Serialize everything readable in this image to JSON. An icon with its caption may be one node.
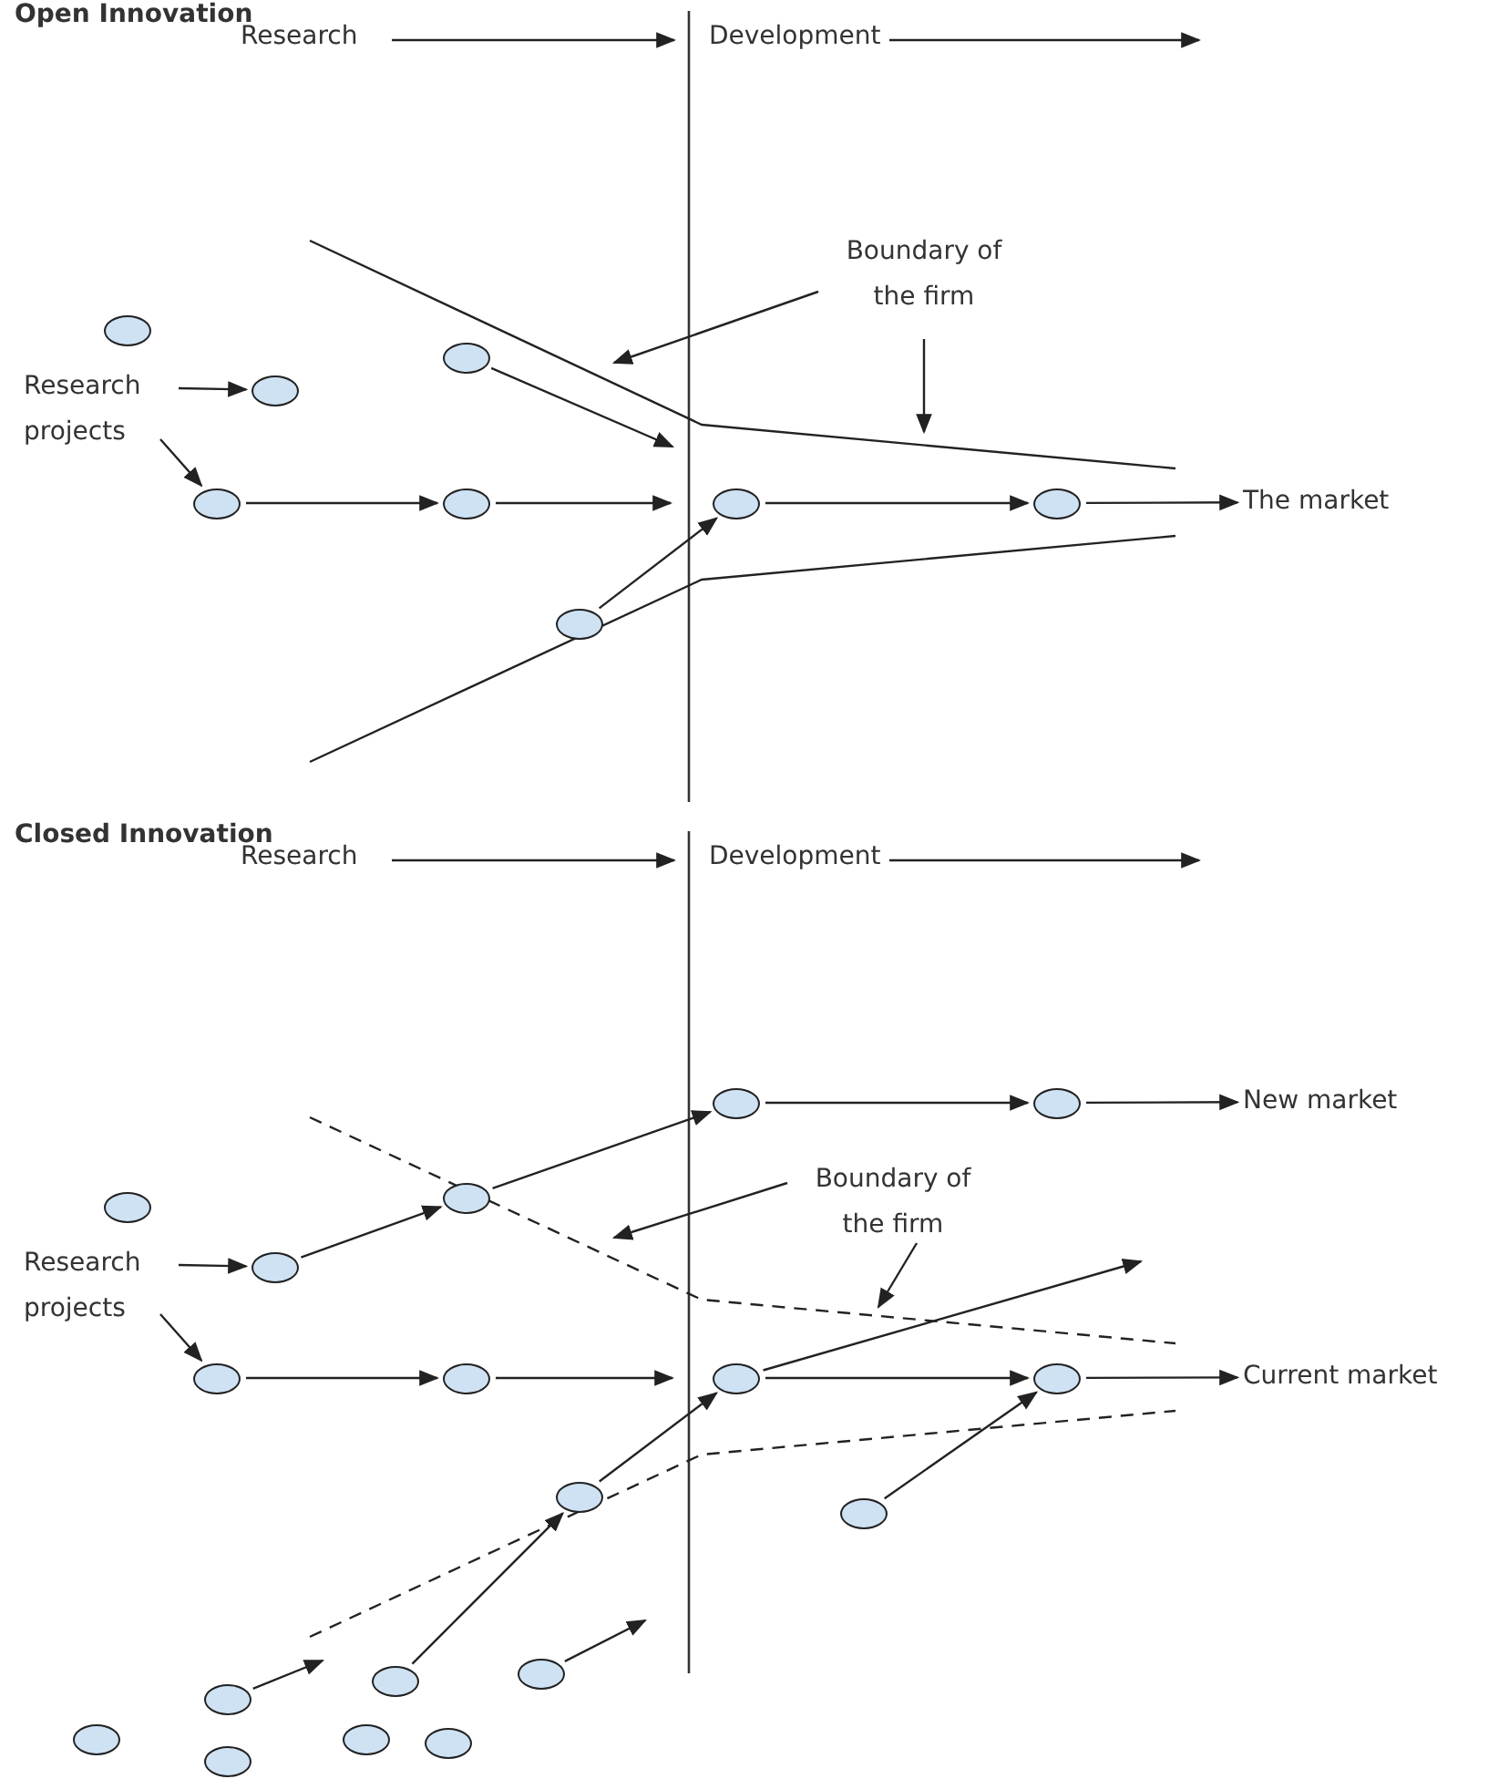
{
  "diagram": {
    "nodes": [
      {
        "text": [
          "Research projects"
        ]
      },
      {
        "text": [],
        "shape": "ellipse"
      },
      {
        "text": [],
        "shape": "ellipse"
      },
      {
        "text": [],
        "shape": "ellipse"
      },
      {
        "text": [],
        "shape": "ellipse"
      },
      {
        "text": [],
        "shape": "ellipse"
      },
      {
        "text": [],
        "shape": "ellipse"
      },
      {
        "text": [],
        "shape": "ellipse"
      },
      {
        "text": [],
        "shape": "ellipse"
      },
      {
        "text": [
          "The market"
        ]
      },
      {
        "text": [
          "Boundary of the firm"
        ]
      },
      {
        "text": [
          "Research projects"
        ]
      },
      {
        "text": [],
        "shape": "ellipse"
      },
      {
        "text": [],
        "shape": "ellipse"
      },
      {
        "text": [],
        "shape": "ellipse"
      },
      {
        "text": [],
        "shape": "ellipse"
      },
      {
        "text": [],
        "shape": "ellipse"
      },
      {
        "text": [
          "New market"
        ]
      },
      {
        "text": [],
        "shape": "ellipse"
      },
      {
        "text": [],
        "shape": "ellipse"
      },
      {
        "text": [],
        "shape": "ellipse"
      },
      {
        "text": [],
        "shape": "ellipse"
      },
      {
        "text": [
          "Current market"
        ]
      },
      {
        "text": [],
        "shape": "ellipse"
      },
      {
        "text": [],
        "shape": "ellipse"
      },
      {
        "text": [
          "Boundary of the firm"
        ]
      },
      {
        "text": [],
        "shape": "ellipse"
      },
      {
        "text": [],
        "shape": "ellipse"
      },
      {
        "text": [],
        "shape": "ellipse"
      },
      {
        "text": [],
        "shape": "ellipse"
      },
      {
        "text": [],
        "shape": "ellipse"
      },
      {
        "text": [],
        "shape": "ellipse"
      },
      {
        "text": [],
        "shape": "ellipse"
      }
    ],
    "edges": [
      {
        "from": 0,
        "to": 2,
        "arrow": "to"
      },
      {
        "from": 0,
        "to": 4,
        "arrow": "to"
      },
      {
        "from": 3,
        "to": null,
        "arrow": "to"
      },
      {
        "from": 4,
        "to": 5,
        "arrow": "to"
      },
      {
        "from": 5,
        "to": 6,
        "arrow": "to"
      },
      {
        "from": 6,
        "to": 7,
        "arrow": "to"
      },
      {
        "from": 7,
        "to": 9,
        "arrow": "to"
      },
      {
        "from": 8,
        "to": 6,
        "arrow": "to"
      },
      {
        "from": 10,
        "to": null,
        "arrow": "to"
      },
      {
        "from": 10,
        "to": null,
        "arrow": "to"
      },
      {
        "from": 11,
        "to": 13,
        "arrow": "to"
      },
      {
        "from": 11,
        "to": 18,
        "arrow": "to"
      },
      {
        "from": 13,
        "to": 14,
        "arrow": "to"
      },
      {
        "from": 14,
        "to": 15,
        "arrow": "to"
      },
      {
        "from": 15,
        "to": 16,
        "arrow": "to"
      },
      {
        "from": 16,
        "to": 17,
        "arrow": "to"
      },
      {
        "from": 18,
        "to": 19,
        "arrow": "to"
      },
      {
        "from": 19,
        "to": 20,
        "arrow": "to"
      },
      {
        "from": 20,
        "to": 21,
        "arrow": "to"
      },
      {
        "from": 21,
        "to": 22,
        "arrow": "to"
      },
      {
        "from": 20,
        "to": null,
        "arrow": "to"
      },
      {
        "from": 23,
        "to": 20,
        "arrow": "to"
      },
      {
        "from": 24,
        "to": 21,
        "arrow": "to"
      },
      {
        "from": 29,
        "to": 23,
        "arrow": "to"
      },
      {
        "from": 26,
        "to": null,
        "arrow": "to"
      },
      {
        "from": 30,
        "to": null,
        "arrow": "to"
      },
      {
        "from": 25,
        "to": null,
        "arrow": "to"
      },
      {
        "from": 25,
        "to": null,
        "arrow": "to"
      }
    ],
    "labels": [
      "Open Innovation",
      "Research",
      "Development",
      "Closed Innovation",
      "Research",
      "Development"
    ]
  }
}
